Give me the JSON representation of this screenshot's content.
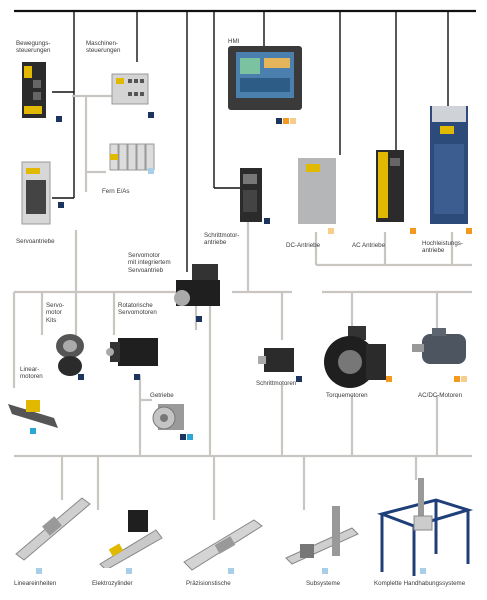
{
  "labels": {
    "bewegungssteuerungen": "Bewegungs-\nsteuerungen",
    "maschinensteuerungen": "Maschinen-\nsteuerungen",
    "hmi": "HMI",
    "fern_eas": "Fern E/As",
    "servoantriebe": "Servoantriebe",
    "schrittmotorantriebe": "Schrittmotor-\nantriebe",
    "dc_antriebe": "DC-Antriebe",
    "ac_antriebe": "AC Antriebe",
    "hochleistungsantriebe": "Hochleistungs-\nantriebe",
    "servomotor_integriert": "Servomotor\nmit integriertem\nServoantrieb",
    "servomotor_kits": "Servo-\nmotor\nKits",
    "rotatorische_servomotoren": "Rotatorische\nServomotoren",
    "linearmotoren": "Linear-\nmotoren",
    "getriebe": "Getriebe",
    "schrittmotoren": "Schrittmotoren",
    "torquemotoren": "Torquemotoren",
    "ac_dc_motoren": "AC/DC-Motoren",
    "lineareinheiten": "Lineareinheiten",
    "elektrozylinder": "Elektrozylinder",
    "praezisionstische": "Präzisionstische",
    "subsysteme": "Subsysteme",
    "handhabungssysteme": "Komplette Handhabungssysteme"
  },
  "colors": {
    "navy": "#1b3560",
    "cyan": "#2aa7d6",
    "lightblue": "#a9cfe8",
    "orange": "#f39a1e",
    "lightorange": "#f8cc8a",
    "bus": "#111111",
    "branch": "#c9c6c2"
  },
  "icons": [
    "controller-device-icon",
    "io-module-icon",
    "hmi-panel-icon",
    "drive-icon",
    "motor-icon",
    "gearbox-icon",
    "linear-axis-icon",
    "gantry-icon"
  ]
}
